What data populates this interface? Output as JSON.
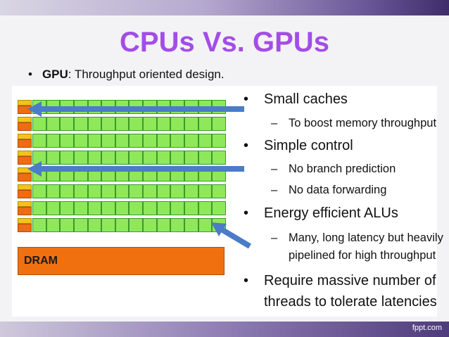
{
  "slide": {
    "title": "CPUs Vs. GPUs",
    "bullet": {
      "term": "GPU",
      "rest": ": Throughput oriented design."
    },
    "footer": "fppt.com"
  },
  "diagram": {
    "dram_label": "DRAM",
    "row_count": 8,
    "alus_per_row": 14,
    "colors": {
      "control_cache": "#f4c21a",
      "control_unit": "#f06b12",
      "alu": "#8ee85a",
      "dram": "#f07010",
      "arrow": "#4a7cc7"
    }
  },
  "points": [
    {
      "level": 1,
      "text": "Small caches"
    },
    {
      "level": 2,
      "text": "To boost memory throughput"
    },
    {
      "level": 1,
      "text": "Simple control"
    },
    {
      "level": 2,
      "text": "No branch prediction"
    },
    {
      "level": 2,
      "text": "No data forwarding"
    },
    {
      "level": 1,
      "text": "Energy efficient ALUs"
    },
    {
      "level": 2,
      "text": "Many, long latency but heavily"
    },
    {
      "level": 2,
      "text": "pipelined for high throughput"
    },
    {
      "level": 1,
      "text": "Require massive number of"
    },
    {
      "level": 1,
      "text": "threads to tolerate latencies"
    }
  ]
}
